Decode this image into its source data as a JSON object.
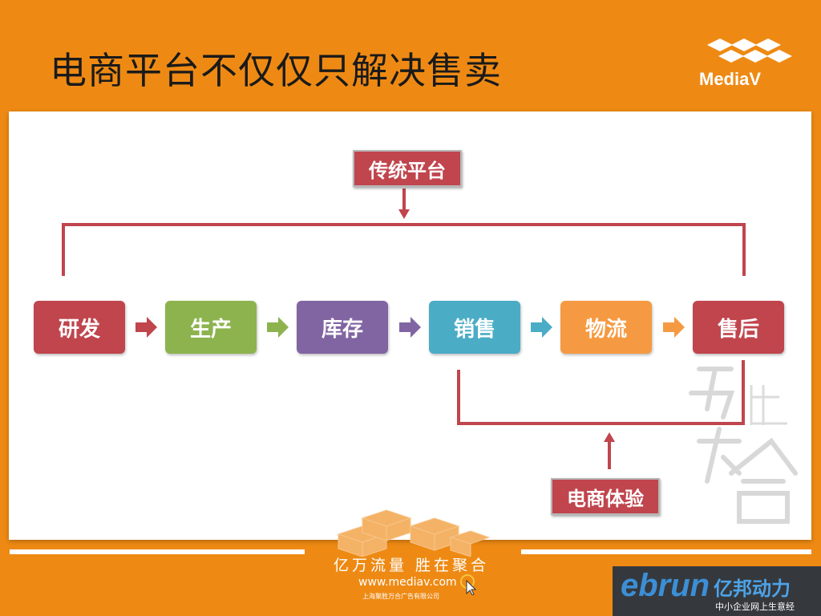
{
  "slide": {
    "title": "电商平台不仅仅只解决售卖"
  },
  "brand": {
    "logo_text": "MediaV",
    "slogan": "亿万流量 胜在聚合",
    "url": "www.mediav.com",
    "company": "上海聚胜万合广告有限公司"
  },
  "diagram": {
    "top_label": "传统平台",
    "bottom_label": "电商体验",
    "steps": [
      {
        "label": "研发",
        "color": "#c0454d"
      },
      {
        "label": "生产",
        "color": "#8db34f"
      },
      {
        "label": "库存",
        "color": "#8165a2"
      },
      {
        "label": "销售",
        "color": "#4bacc6"
      },
      {
        "label": "物流",
        "color": "#f59a42"
      },
      {
        "label": "售后",
        "color": "#c0454d"
      }
    ],
    "connector_color": "#c0454d",
    "watermark_text": [
      "万",
      "胜",
      "万",
      "合"
    ]
  },
  "footer_badge": {
    "word": "ebrun",
    "cn": "亿邦动力",
    "sub": "中小企业网上生意经"
  },
  "colors": {
    "background": "#ee8a14",
    "panel": "#ffffff"
  }
}
